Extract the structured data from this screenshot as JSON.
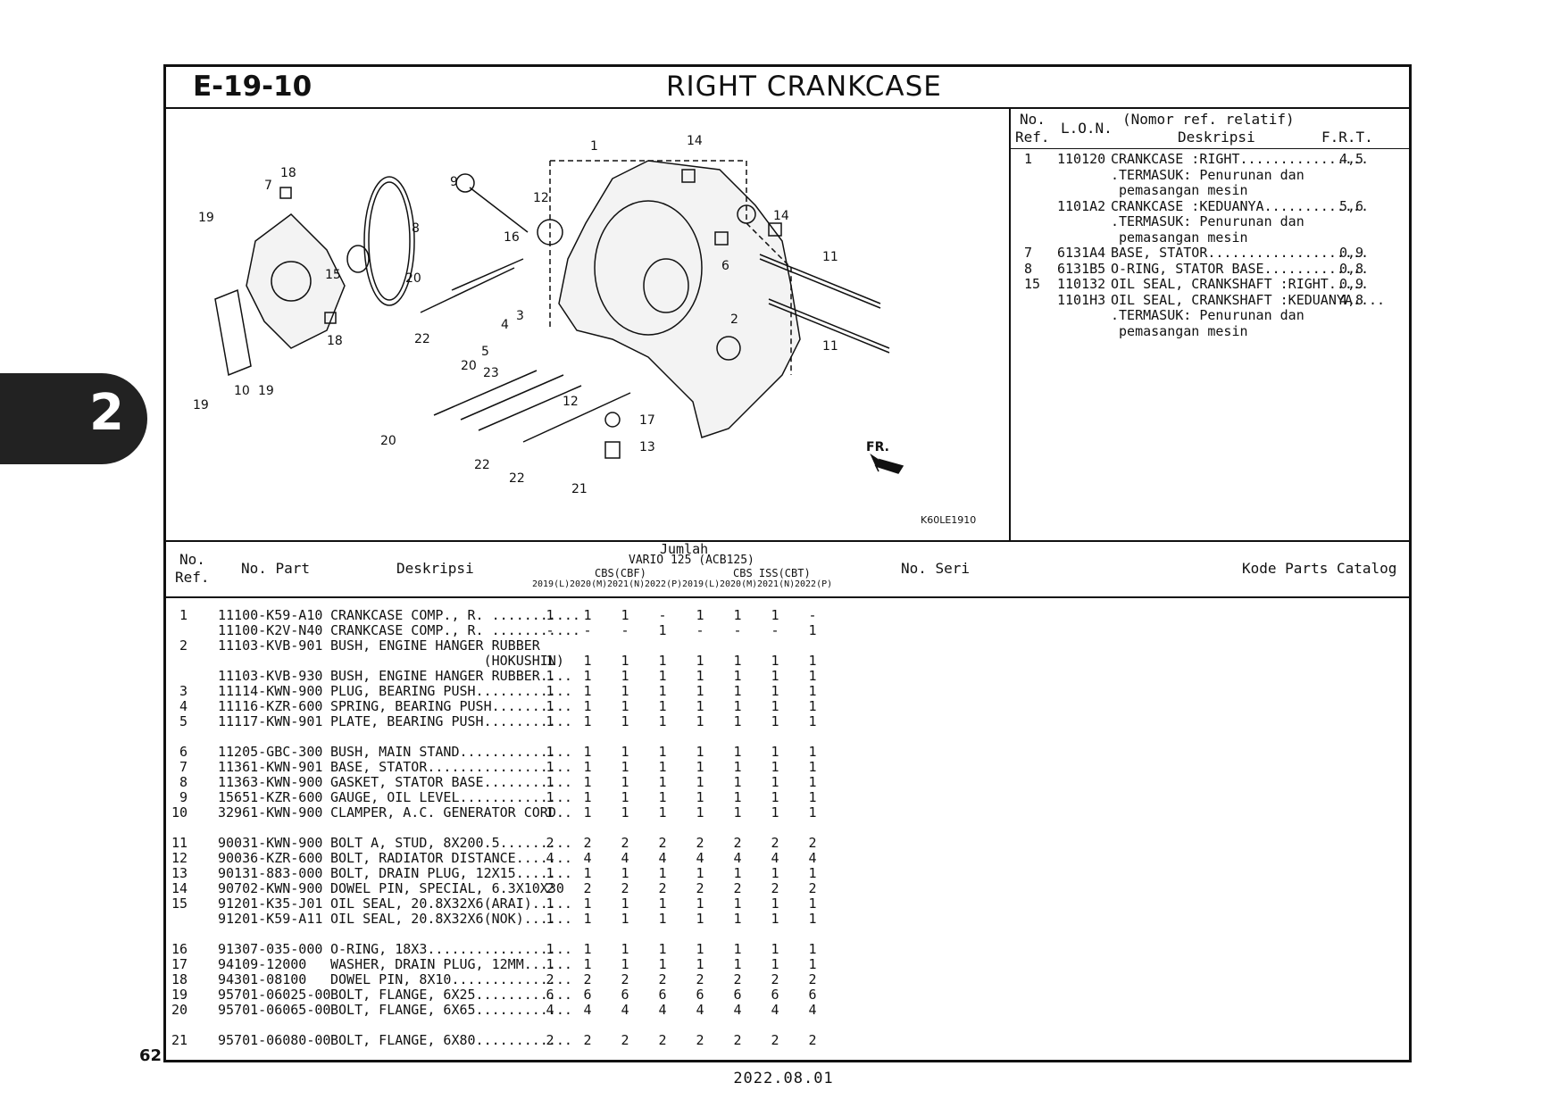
{
  "page": {
    "section_tab": "2",
    "page_number": "62",
    "date": "2022.08.01"
  },
  "header": {
    "code": "E-19-10",
    "title": "RIGHT CRANKCASE"
  },
  "figure": {
    "code": "K60LE1910",
    "fr_label": "FR.",
    "callouts": [
      "1",
      "2",
      "3",
      "4",
      "5",
      "6",
      "7",
      "8",
      "9",
      "10",
      "11",
      "11",
      "12",
      "12",
      "13",
      "14",
      "14",
      "15",
      "16",
      "17",
      "18",
      "18",
      "19",
      "19",
      "19",
      "20",
      "20",
      "20",
      "21",
      "22",
      "22",
      "22",
      "23"
    ]
  },
  "frt": {
    "headers": {
      "no": "No.",
      "ref": "Ref.",
      "lon": "L.O.N.",
      "rel": "(Nomor ref. relatif)",
      "desc": "Deskripsi",
      "frt": "F.R.T."
    },
    "rows": [
      {
        "ref": "1",
        "lon": "110120",
        "desc": "CRANKCASE :RIGHT................",
        "frt": "4,5"
      },
      {
        "ref": "",
        "lon": "",
        "desc": ".TERMASUK: Penurunan dan",
        "frt": ""
      },
      {
        "ref": "",
        "lon": "",
        "desc": " pemasangan mesin",
        "frt": ""
      },
      {
        "ref": "",
        "lon": "1101A2",
        "desc": "CRANKCASE :KEDUANYA.............",
        "frt": "5,6"
      },
      {
        "ref": "",
        "lon": "",
        "desc": ".TERMASUK: Penurunan dan",
        "frt": ""
      },
      {
        "ref": "",
        "lon": "",
        "desc": " pemasangan mesin",
        "frt": ""
      },
      {
        "ref": "7",
        "lon": "6131A4",
        "desc": "BASE, STATOR....................",
        "frt": "0,9"
      },
      {
        "ref": "8",
        "lon": "6131B5",
        "desc": "O-RING, STATOR BASE.............",
        "frt": "0,8"
      },
      {
        "ref": "15",
        "lon": "110132",
        "desc": "OIL SEAL, CRANKSHAFT :RIGHT.....",
        "frt": "0,9"
      },
      {
        "ref": "",
        "lon": "1101H3",
        "desc": "OIL SEAL, CRANKSHAFT :KEDUANYA....",
        "frt": "4,8"
      },
      {
        "ref": "",
        "lon": "",
        "desc": ".TERMASUK: Penurunan dan",
        "frt": ""
      },
      {
        "ref": "",
        "lon": "",
        "desc": " pemasangan mesin",
        "frt": ""
      }
    ]
  },
  "parts_table": {
    "headers": {
      "no": "No.",
      "ref": "Ref.",
      "part": "No. Part",
      "desc": "Deskripsi",
      "jumlah": "Jumlah",
      "model": "VARIO 125 (ACB125)",
      "group1": "CBS(CBF)",
      "group2": "CBS ISS(CBT)",
      "years": [
        "2019(L)",
        "2020(M)",
        "2021(N)",
        "2022(P)",
        "2019(L)",
        "2020(M)",
        "2021(N)",
        "2022(P)"
      ],
      "serial": "No. Seri",
      "catalog": "Kode Parts Catalog"
    },
    "rows": [
      {
        "ref": "1",
        "part": "11100-K59-A10",
        "desc": "CRANKCASE COMP., R. ...........",
        "q": [
          "1",
          "1",
          "1",
          "-",
          "1",
          "1",
          "1",
          "-"
        ]
      },
      {
        "ref": "",
        "part": "11100-K2V-N40",
        "desc": "CRANKCASE COMP., R. ...........",
        "q": [
          "-",
          "-",
          "-",
          "1",
          "-",
          "-",
          "-",
          "1"
        ]
      },
      {
        "ref": "2",
        "part": "11103-KVB-901",
        "desc": "BUSH, ENGINE HANGER RUBBER",
        "q": [
          "",
          "",
          "",
          "",
          "",
          "",
          "",
          ""
        ]
      },
      {
        "ref": "",
        "part": "",
        "desc": "                   (HOKUSHIN)",
        "q": [
          "1",
          "1",
          "1",
          "1",
          "1",
          "1",
          "1",
          "1"
        ]
      },
      {
        "ref": "",
        "part": "11103-KVB-930",
        "desc": "BUSH, ENGINE HANGER RUBBER....",
        "q": [
          "1",
          "1",
          "1",
          "1",
          "1",
          "1",
          "1",
          "1"
        ]
      },
      {
        "ref": "3",
        "part": "11114-KWN-900",
        "desc": "PLUG, BEARING PUSH............",
        "q": [
          "1",
          "1",
          "1",
          "1",
          "1",
          "1",
          "1",
          "1"
        ]
      },
      {
        "ref": "4",
        "part": "11116-KZR-600",
        "desc": "SPRING, BEARING PUSH..........",
        "q": [
          "1",
          "1",
          "1",
          "1",
          "1",
          "1",
          "1",
          "1"
        ]
      },
      {
        "ref": "5",
        "part": "11117-KWN-901",
        "desc": "PLATE, BEARING PUSH...........",
        "q": [
          "1",
          "1",
          "1",
          "1",
          "1",
          "1",
          "1",
          "1"
        ]
      },
      {
        "ref": "6",
        "part": "11205-GBC-300",
        "desc": "BUSH, MAIN STAND..............",
        "q": [
          "1",
          "1",
          "1",
          "1",
          "1",
          "1",
          "1",
          "1"
        ]
      },
      {
        "ref": "7",
        "part": "11361-KWN-901",
        "desc": "BASE, STATOR..................",
        "q": [
          "1",
          "1",
          "1",
          "1",
          "1",
          "1",
          "1",
          "1"
        ]
      },
      {
        "ref": "8",
        "part": "11363-KWN-900",
        "desc": "GASKET, STATOR BASE...........",
        "q": [
          "1",
          "1",
          "1",
          "1",
          "1",
          "1",
          "1",
          "1"
        ]
      },
      {
        "ref": "9",
        "part": "15651-KZR-600",
        "desc": "GAUGE, OIL LEVEL..............",
        "q": [
          "1",
          "1",
          "1",
          "1",
          "1",
          "1",
          "1",
          "1"
        ]
      },
      {
        "ref": "10",
        "part": "32961-KWN-900",
        "desc": "CLAMPER, A.C. GENERATOR CORD..",
        "q": [
          "1",
          "1",
          "1",
          "1",
          "1",
          "1",
          "1",
          "1"
        ]
      },
      {
        "ref": "11",
        "part": "90031-KWN-900",
        "desc": "BOLT A, STUD, 8X200.5.........",
        "q": [
          "2",
          "2",
          "2",
          "2",
          "2",
          "2",
          "2",
          "2"
        ]
      },
      {
        "ref": "12",
        "part": "90036-KZR-600",
        "desc": "BOLT, RADIATOR DISTANCE.......",
        "q": [
          "4",
          "4",
          "4",
          "4",
          "4",
          "4",
          "4",
          "4"
        ]
      },
      {
        "ref": "13",
        "part": "90131-883-000",
        "desc": "BOLT, DRAIN PLUG, 12X15.......",
        "q": [
          "1",
          "1",
          "1",
          "1",
          "1",
          "1",
          "1",
          "1"
        ]
      },
      {
        "ref": "14",
        "part": "90702-KWN-900",
        "desc": "DOWEL PIN, SPECIAL, 6.3X10X30",
        "q": [
          "2",
          "2",
          "2",
          "2",
          "2",
          "2",
          "2",
          "2"
        ]
      },
      {
        "ref": "15",
        "part": "91201-K35-J01",
        "desc": "OIL SEAL, 20.8X32X6(ARAI).....",
        "q": [
          "1",
          "1",
          "1",
          "1",
          "1",
          "1",
          "1",
          "1"
        ]
      },
      {
        "ref": "",
        "part": "91201-K59-A11",
        "desc": "OIL SEAL, 20.8X32X6(NOK)......",
        "q": [
          "1",
          "1",
          "1",
          "1",
          "1",
          "1",
          "1",
          "1"
        ]
      },
      {
        "ref": "16",
        "part": "91307-035-000",
        "desc": "O-RING, 18X3..................",
        "q": [
          "1",
          "1",
          "1",
          "1",
          "1",
          "1",
          "1",
          "1"
        ]
      },
      {
        "ref": "17",
        "part": "94109-12000",
        "desc": "WASHER, DRAIN PLUG, 12MM......",
        "q": [
          "1",
          "1",
          "1",
          "1",
          "1",
          "1",
          "1",
          "1"
        ]
      },
      {
        "ref": "18",
        "part": "94301-08100",
        "desc": "DOWEL PIN, 8X10...............",
        "q": [
          "2",
          "2",
          "2",
          "2",
          "2",
          "2",
          "2",
          "2"
        ]
      },
      {
        "ref": "19",
        "part": "95701-06025-00",
        "desc": "BOLT, FLANGE, 6X25............",
        "q": [
          "6",
          "6",
          "6",
          "6",
          "6",
          "6",
          "6",
          "6"
        ]
      },
      {
        "ref": "20",
        "part": "95701-06065-00",
        "desc": "BOLT, FLANGE, 6X65............",
        "q": [
          "4",
          "4",
          "4",
          "4",
          "4",
          "4",
          "4",
          "4"
        ]
      },
      {
        "ref": "21",
        "part": "95701-06080-00",
        "desc": "BOLT, FLANGE, 6X80............",
        "q": [
          "2",
          "2",
          "2",
          "2",
          "2",
          "2",
          "2",
          "2"
        ]
      }
    ]
  }
}
